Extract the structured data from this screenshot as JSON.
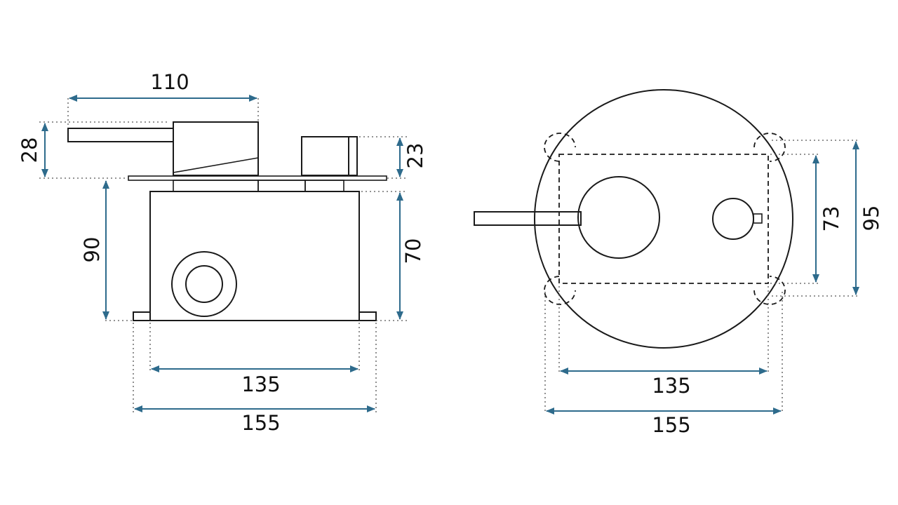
{
  "colors": {
    "outline": "#1a1a1a",
    "dimension_arrow": "#2e6b8c",
    "extension_line": "#555555",
    "background": "#ffffff"
  },
  "side_view": {
    "dimensions": {
      "top_width": "110",
      "handle_height": "28",
      "knob_height": "23",
      "box_total_height": "90",
      "box_inner_height": "70",
      "box_inner_width": "135",
      "box_outer_width": "155"
    }
  },
  "front_view": {
    "dimensions": {
      "inner_height": "73",
      "outer_height": "95",
      "inner_width": "135",
      "outer_width": "155"
    }
  }
}
